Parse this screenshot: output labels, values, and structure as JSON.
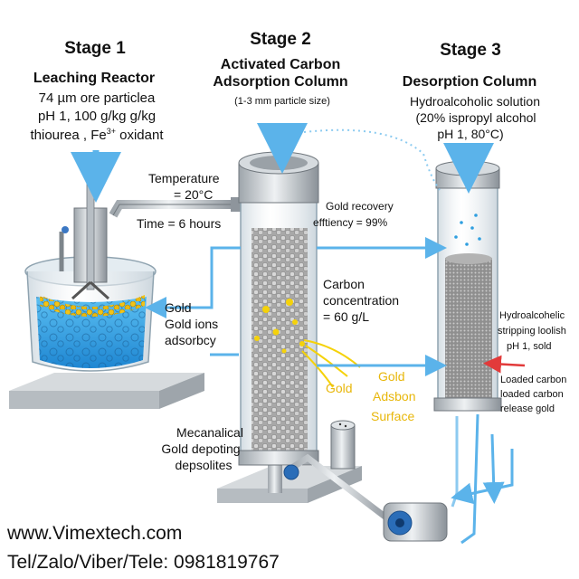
{
  "stages": [
    {
      "title": "Stage 1",
      "subtitle": "Leaching Reactor",
      "lines": [
        "74 µm ore particlea",
        "pH 1, 100 g/kg g/kg"
      ],
      "oxidant_prefix": "thiourea , Fe",
      "oxidant_sup": "3+",
      "oxidant_suffix": " oxidant"
    },
    {
      "title": "Stage 2",
      "subtitle_lines": [
        "Activated Carbon",
        "Adsorption Column"
      ],
      "note": "(1-3 mm particle size)"
    },
    {
      "title": "Stage 3",
      "subtitle": "Desorption Column",
      "lines": [
        "Hydroalcoholic solution",
        "(20% ispropyl alcohol",
        "pH 1, 80°C)"
      ]
    }
  ],
  "labels": {
    "temperature": [
      "Temperature",
      "= 20°C"
    ],
    "time": "Time = 6 hours",
    "gold_ions": [
      "Gold",
      "Gold ions",
      "adsorbcy"
    ],
    "recovery": [
      "Gold recovery",
      "efftiency = 99%"
    ],
    "carbon_conc": [
      "Carbon",
      "concentration",
      "= 60 g/L"
    ],
    "gold_surface": [
      "Gold",
      "Gold",
      "Adsbon",
      "Surface"
    ],
    "stripping": [
      "Hydroalcohelic",
      "stripping loolish",
      "pH 1, sold"
    ],
    "loaded": [
      "Loaded carbon",
      "loaded carbon",
      "release gold"
    ],
    "mechanical": [
      "Mecanalical",
      "Gold depoting",
      "depsolites"
    ]
  },
  "footer": {
    "website": "www.Vimextech.com",
    "phone": "Tel/Zalo/Viber/Tele: 0981819767"
  },
  "colors": {
    "solution": "#2f9fe0",
    "arrow": "#5bb3ea",
    "gold": "#f2c318",
    "carbon": "#9a9a9a",
    "steel": "#8e959c",
    "pump": "#2a6db8"
  }
}
